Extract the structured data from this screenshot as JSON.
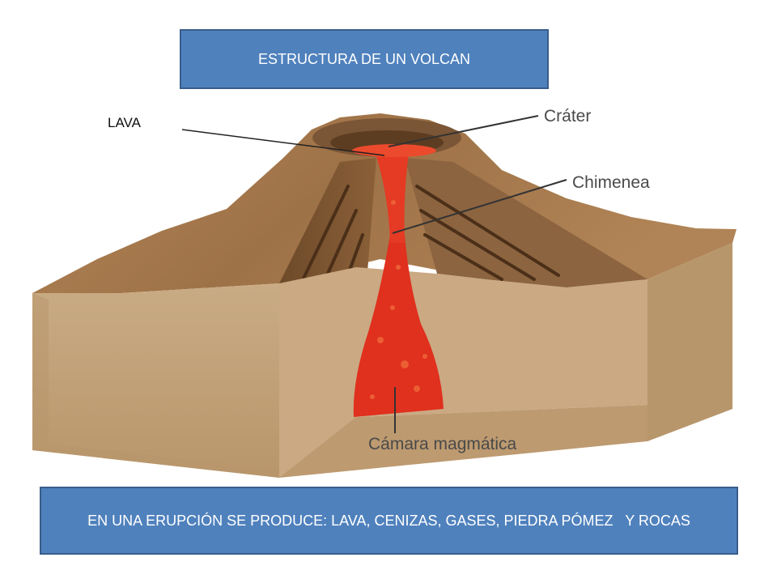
{
  "title": "ESTRUCTURA DE UN VOLCAN",
  "footer": "EN UNA ERUPCIÓN SE PRODUCE: LAVA, CENIZAS, GASES, PIEDRA PÓMEZ   Y ROCAS",
  "labels": {
    "lava": "LAVA",
    "crater": "Cráter",
    "chimenea": "Chimenea",
    "camara": "Cámara magmática"
  },
  "colors": {
    "title_fill": "#4f81bd",
    "title_border": "#385d8a",
    "slope": "#a0764c",
    "slope_dark": "#7a5230",
    "ground_front": "#c6a77f",
    "magma": "#e0301e"
  }
}
